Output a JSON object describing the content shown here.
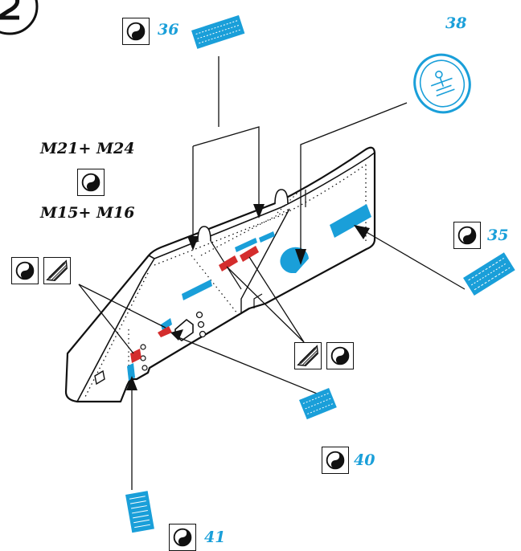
{
  "callouts": {
    "c35": "35",
    "c36": "36",
    "c38": "38",
    "c40": "40",
    "c41": "41"
  },
  "labels": {
    "top": "M21+ M24",
    "bottom": "M15+ M16"
  },
  "colors": {
    "decal_blue": "#1a9fd9",
    "decal_red": "#d42d2d",
    "line": "#111111"
  },
  "icons": {
    "paint": "yin-yang-paint-icon",
    "hatch": "hatched-panel-icon"
  }
}
